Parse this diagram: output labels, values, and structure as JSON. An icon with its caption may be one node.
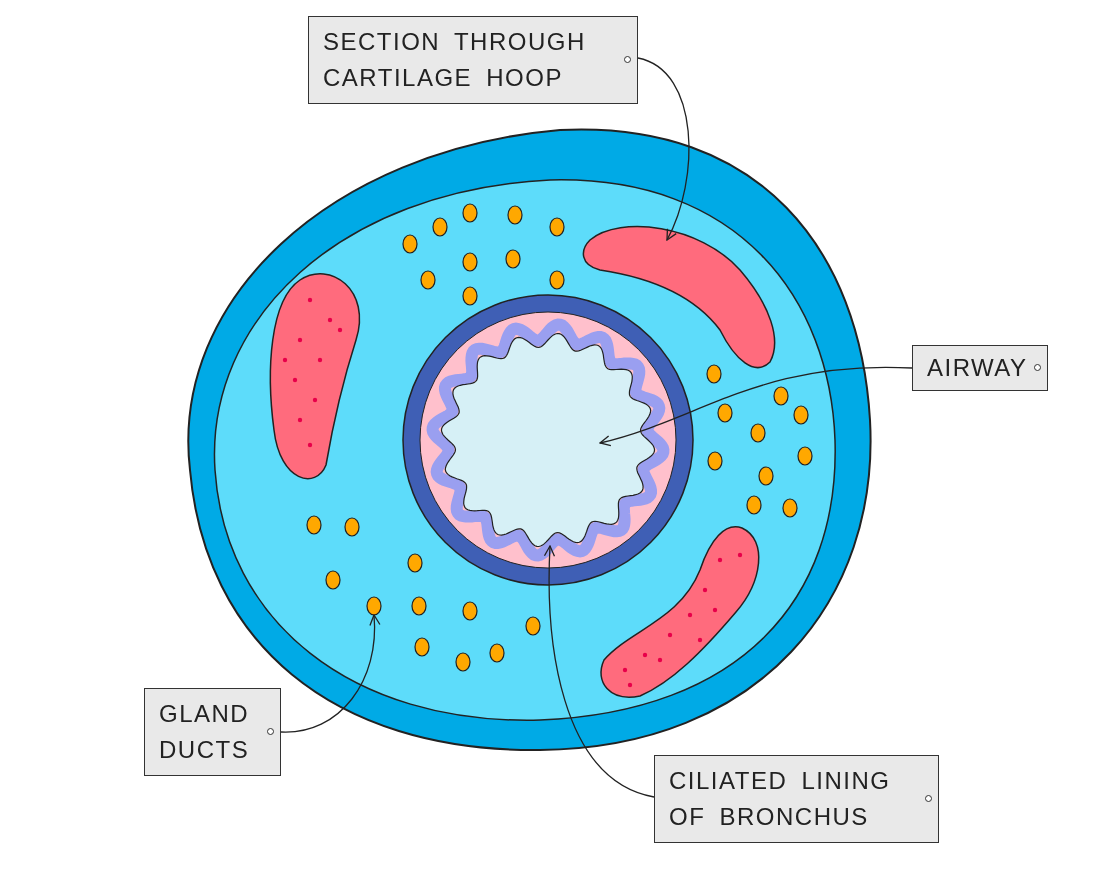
{
  "diagram": {
    "nodes": [
      {
        "text": [
          "SECTION THROUGH CARTILAGE HOOP"
        ]
      },
      {
        "text": [],
        "shape": "picture"
      },
      {
        "text": [
          "AIRWAY"
        ]
      },
      {
        "text": [],
        "shape": "picture",
        "in": 7
      },
      {
        "text": [
          "GLAND DUCTS"
        ]
      },
      {
        "text": [],
        "shape": "circle"
      },
      {
        "text": [
          "CILIATED LINING OF BRONCHUS"
        ]
      },
      {
        "text": [],
        "shape": "picture"
      }
    ],
    "edges": [
      {
        "from": 0,
        "to": 1,
        "arrow": "to"
      },
      {
        "from": 2,
        "to": 3,
        "arrow": "to"
      },
      {
        "from": 4,
        "to": 5,
        "arrow": "to"
      },
      {
        "from": 6,
        "to": 7,
        "arrow": "to"
      }
    ]
  }
}
